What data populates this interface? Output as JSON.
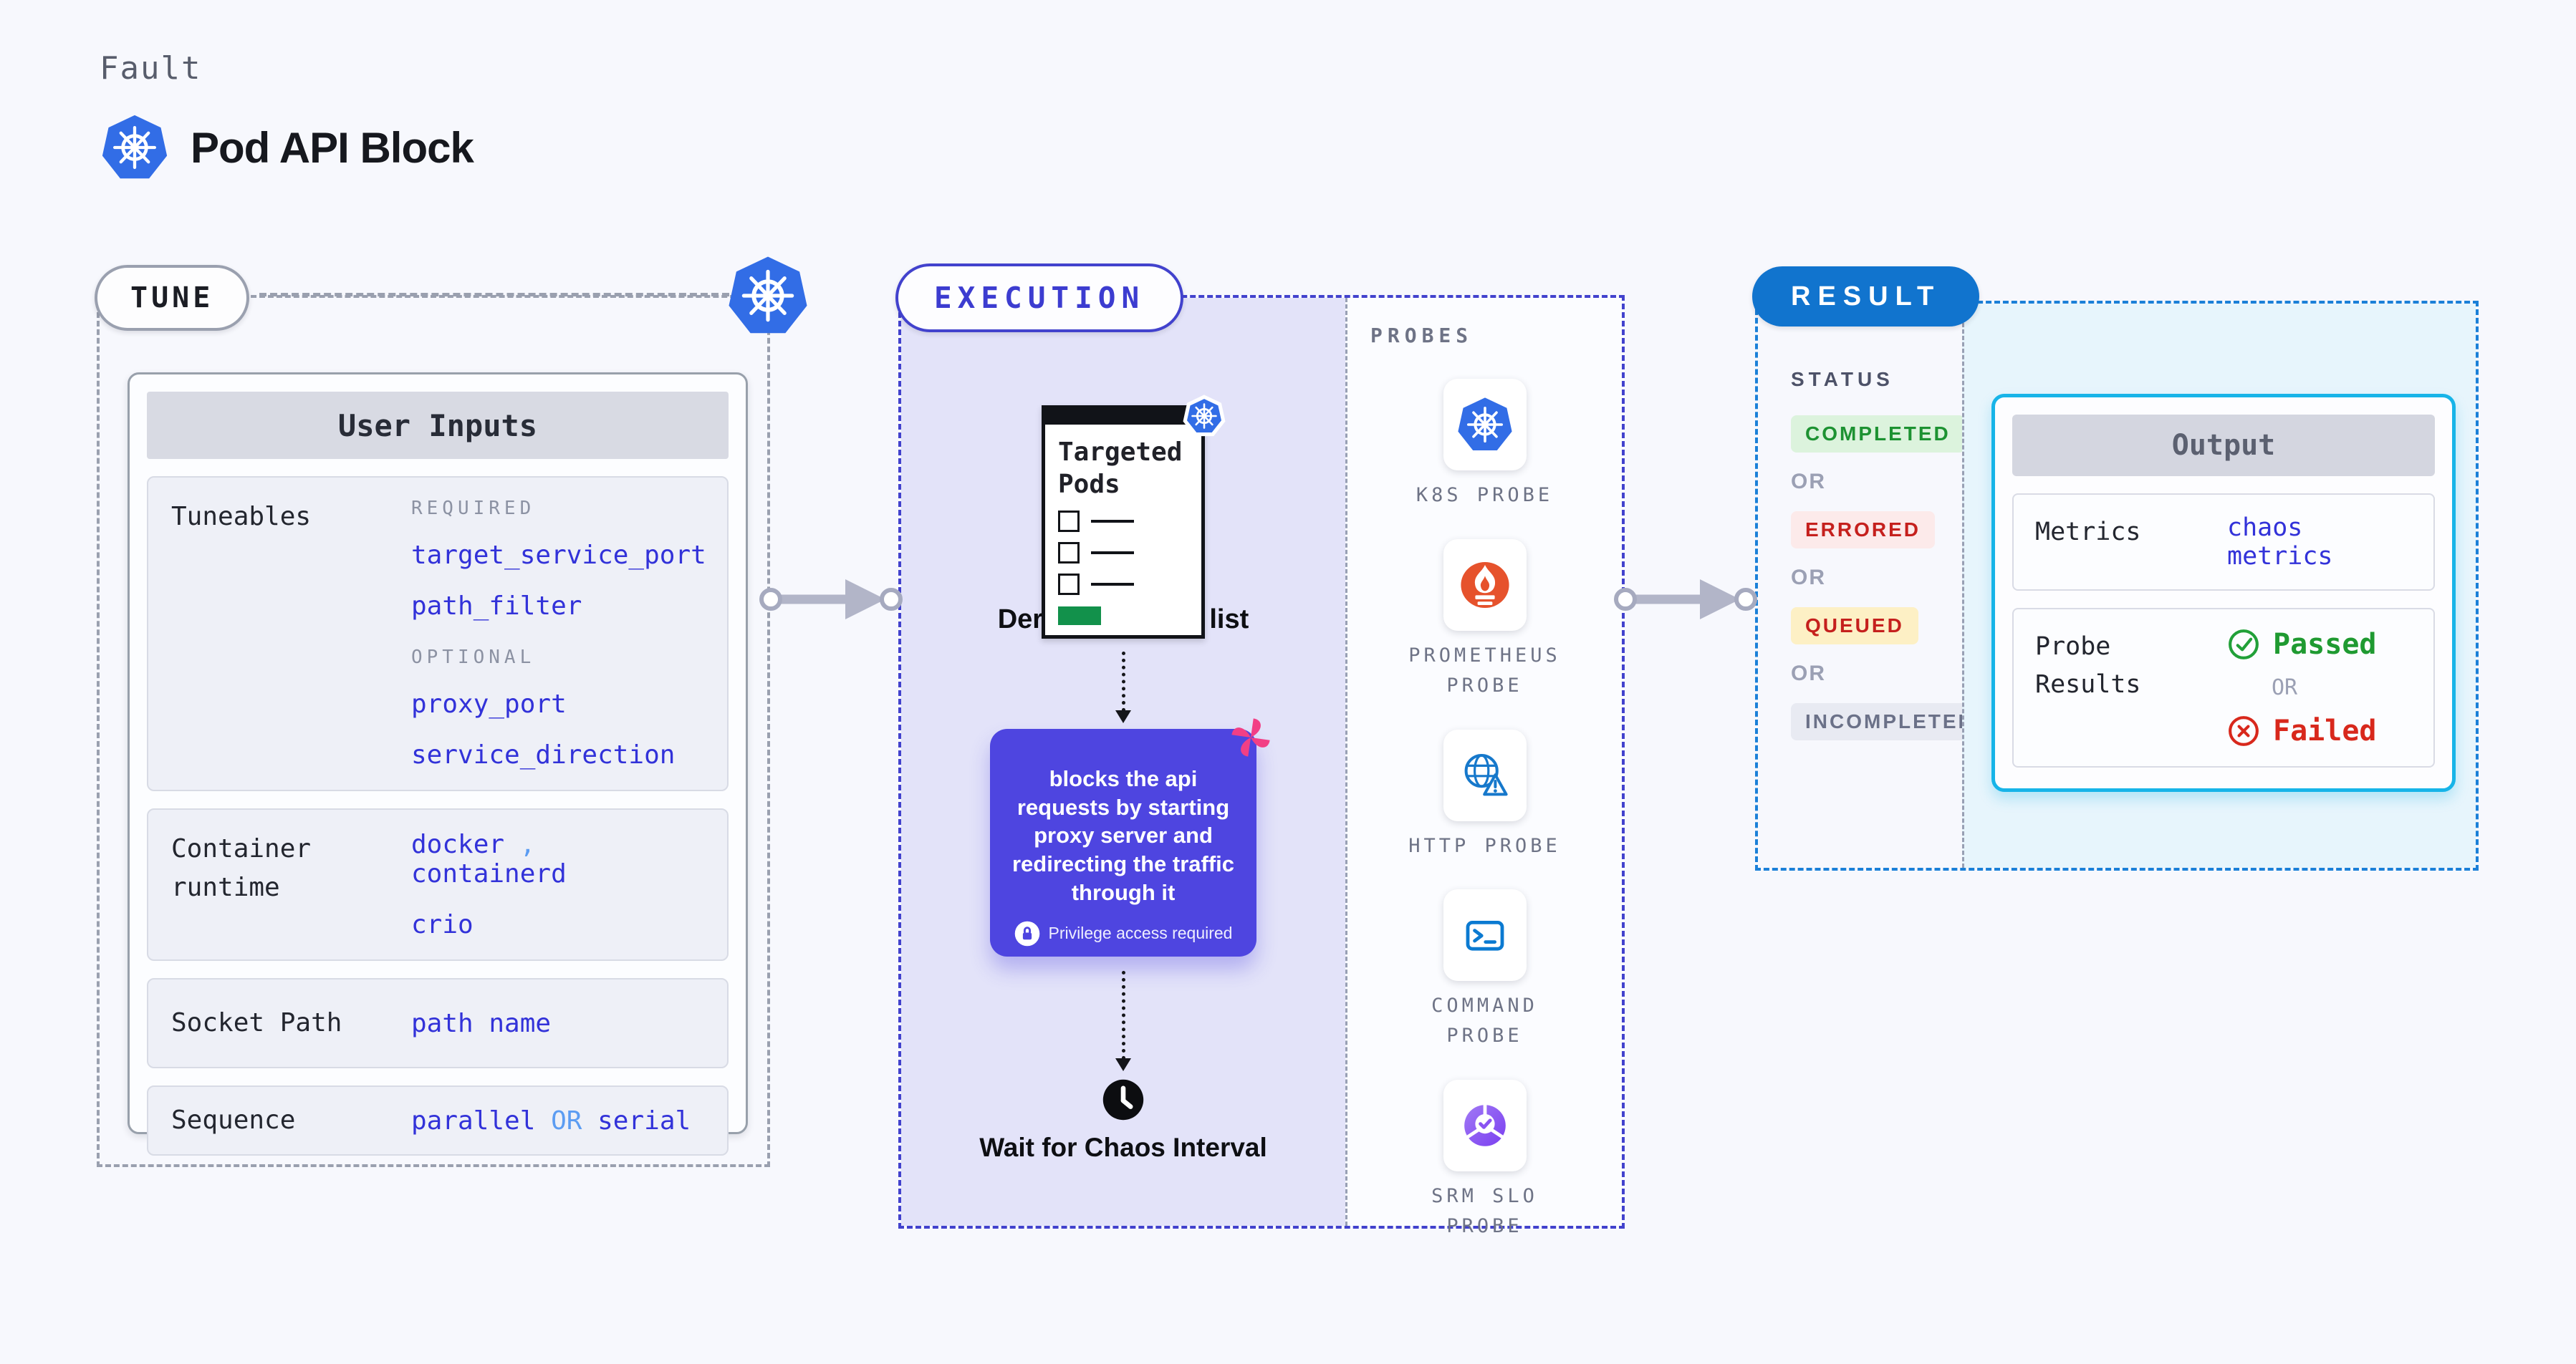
{
  "colors": {
    "page_bg": "#f7f8fd",
    "kubernetes_blue": "#326de6",
    "indigo_accent": "#4242cd",
    "action_purple": "#4e45e0",
    "pink_accent": "#f23f85",
    "result_blue": "#1174ce",
    "output_cyan": "#17b4e8",
    "success_green": "#1f9a31",
    "error_red": "#d8281c",
    "queued_yellow_bg": "#fdf0c5",
    "lavender_bg": "#e3e3f9",
    "value_blue": "#3232d9",
    "light_blue_or": "#5b9cf2",
    "arrow_gray": "#b2b5c8",
    "targeted_green": "#12914b"
  },
  "icons": {
    "kubernetes": "kubernetes-icon",
    "prometheus": "prometheus-flame-icon",
    "http": "globe-warning-icon",
    "command": "terminal-icon",
    "srm_slo": "slo-pie-check-icon",
    "clock": "clock-icon",
    "lock": "lock-icon",
    "pinwheel": "pinwheel-icon",
    "arrow": "flow-arrow-icon",
    "passed": "check-circle-icon",
    "failed": "x-circle-icon"
  },
  "header": {
    "eyebrow": "Fault",
    "title": "Pod API Block"
  },
  "tune": {
    "pill": "TUNE",
    "user_inputs_title": "User Inputs",
    "tuneables": {
      "label": "Tuneables",
      "required_heading": "REQUIRED",
      "required": [
        "target_service_port",
        "path_filter"
      ],
      "optional_heading": "OPTIONAL",
      "optional": [
        "proxy_port",
        "service_direction"
      ]
    },
    "container_runtime": {
      "label": "Container runtime",
      "value1": "docker",
      "separator": ",",
      "value2": "containerd",
      "value3": "crio"
    },
    "socket_path": {
      "label": "Socket Path",
      "value": "path name"
    },
    "sequence": {
      "label": "Sequence",
      "value1": "parallel",
      "or": "OR",
      "value2": "serial"
    }
  },
  "execution": {
    "pill": "EXECUTION",
    "targeted_pods_title": "Targeted Pods",
    "derive_label": "Derive final pod list",
    "action_text": "blocks the api requests by starting proxy server and redirecting the traffic through it",
    "privilege_note": "Privilege access required",
    "wait_label": "Wait for Chaos Interval",
    "probes": {
      "heading": "PROBES",
      "items": [
        {
          "label": "K8S PROBE",
          "icon": "kubernetes-icon"
        },
        {
          "label": "PROMETHEUS PROBE",
          "icon": "prometheus-flame-icon"
        },
        {
          "label": "HTTP PROBE",
          "icon": "globe-warning-icon"
        },
        {
          "label": "COMMAND PROBE",
          "icon": "terminal-icon"
        },
        {
          "label": "SRM SLO PROBE",
          "icon": "slo-pie-check-icon"
        }
      ]
    }
  },
  "result": {
    "pill": "RESULT",
    "status_heading": "STATUS",
    "or_label": "OR",
    "statuses": [
      {
        "label": "COMPLETED"
      },
      {
        "label": "ERRORED"
      },
      {
        "label": "QUEUED"
      },
      {
        "label": "INCOMPLETED"
      }
    ],
    "output": {
      "title": "Output",
      "metrics_label": "Metrics",
      "metrics_value": "chaos metrics",
      "probe_results_label": "Probe Results",
      "passed": "Passed",
      "or": "OR",
      "failed": "Failed"
    }
  }
}
